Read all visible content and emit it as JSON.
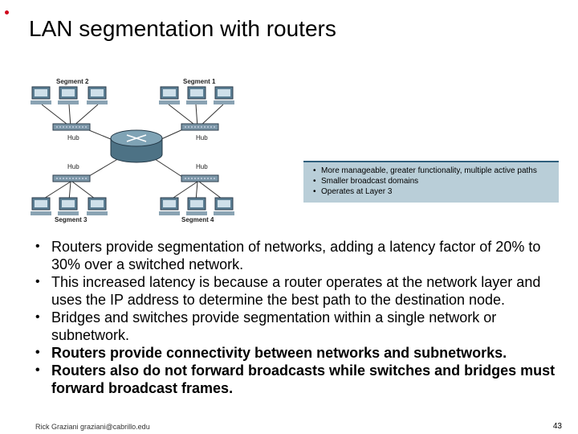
{
  "slide": {
    "title": "LAN segmentation with routers",
    "footer": "Rick Graziani graziani@cabrillo.edu",
    "page_number": "43"
  },
  "diagram": {
    "segments": [
      "Segment 2",
      "Segment 1",
      "Segment 3",
      "Segment 4"
    ],
    "hub_label": "Hub",
    "panel_items": [
      "More manageable, greater functionality, multiple active paths",
      "Smaller broadcast domains",
      "Operates at Layer 3"
    ]
  },
  "bullets": [
    "Routers provide segmentation of networks, adding a latency factor of 20% to 30% over a switched network.",
    "This increased latency is because a router operates at the network layer and uses the IP address to determine the best path to the destination node.",
    "Bridges and switches provide segmentation within a single network or subnetwork.",
    "Routers provide connectivity between networks and subnetworks.",
    "Routers also do not forward broadcasts while switches and bridges must forward broadcast frames."
  ]
}
